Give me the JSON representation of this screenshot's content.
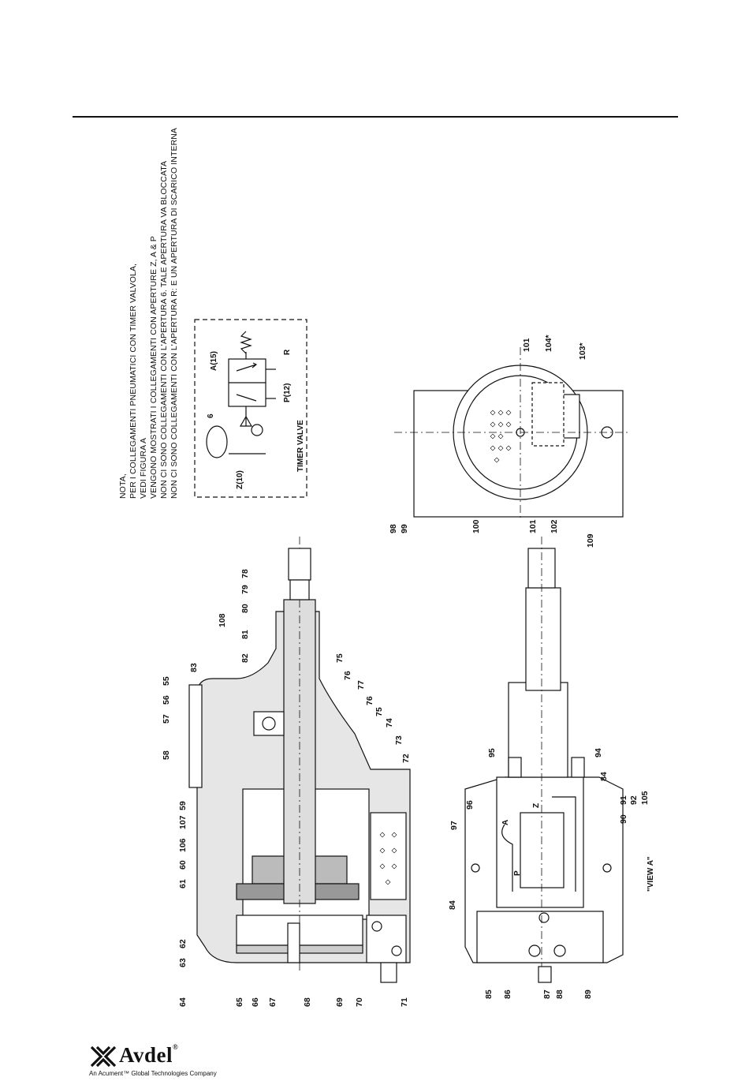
{
  "note": {
    "lines": [
      "NOTA,",
      "PER I COLLEGAMENTI PNEUMATICI CON TIMER VALVOLA,",
      "VEDI FIGURA A",
      "VENGONO MOSTRATI I COLLEGAMENTI CON APERTURE Z, A & P",
      "NON CI SONO COLLEGAMENTI CON L'APERTURA 6. TALE APERTURA VA BLOCCATA",
      "NON CI SONO COLLEGAMENTI CON L'APERTURA R: E UN APERTURA DI SCARICO INTERNA"
    ]
  },
  "timer_valve": {
    "title": "TIMER VALVE",
    "port_z": "Z(10)",
    "port_6": "6",
    "port_a": "A(15)",
    "port_p": "P(12)",
    "port_r": "R"
  },
  "view_label": "\"VIEW A\"",
  "callouts": {
    "main": [
      "64",
      "63",
      "62",
      "61",
      "60",
      "106",
      "107",
      "59",
      "58",
      "57",
      "56",
      "55",
      "83",
      "82",
      "81",
      "108",
      "80",
      "79",
      "78",
      "75",
      "76",
      "77",
      "76",
      "75",
      "74",
      "73",
      "72",
      "65",
      "66",
      "67",
      "68",
      "69",
      "70",
      "71"
    ],
    "view_a": [
      "85",
      "86",
      "87",
      "88",
      "89",
      "84",
      "97",
      "96",
      "95",
      "94",
      "84",
      "90",
      "91",
      "92",
      "105"
    ],
    "end": [
      "98",
      "99",
      "100",
      "101",
      "102",
      "109",
      "101",
      "104*",
      "103*"
    ]
  },
  "ports_view_a": {
    "a": "A",
    "z": "Z",
    "p": "P"
  },
  "logo": {
    "brand": "Avdel",
    "registered": "®",
    "tagline": "An Acument™ Global Technologies Company"
  }
}
